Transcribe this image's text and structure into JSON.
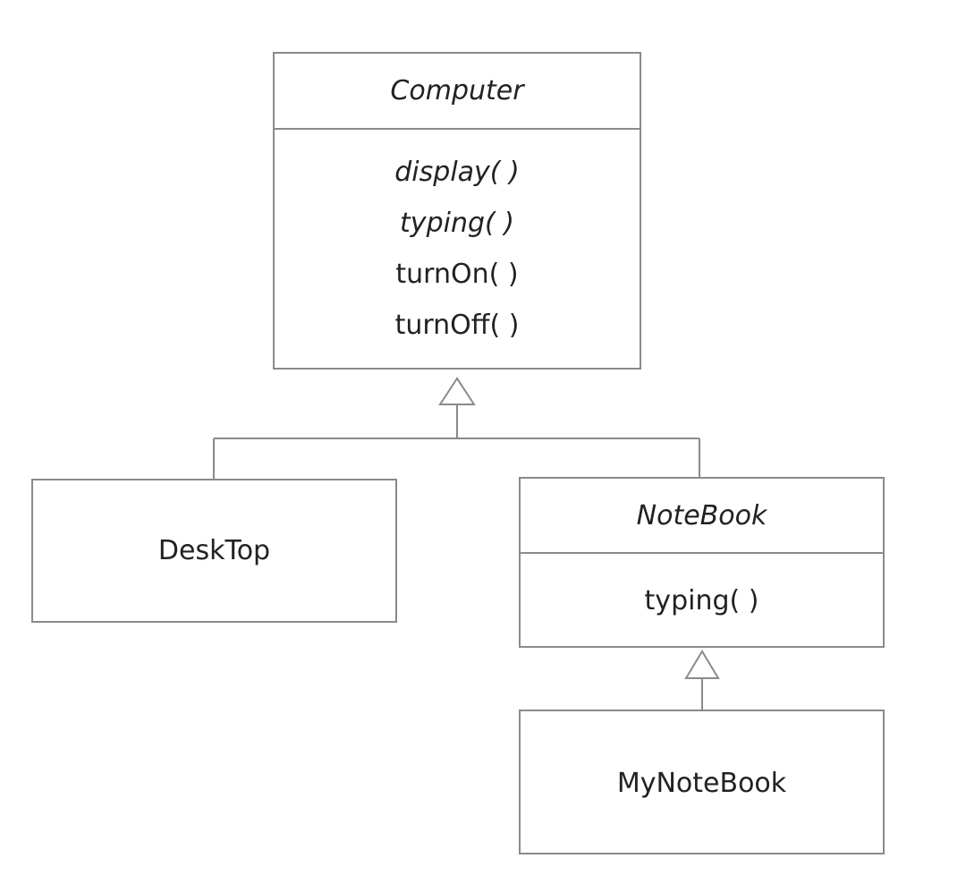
{
  "classes": {
    "computer": {
      "name": "Computer",
      "methods": [
        {
          "label": "display( )",
          "abstract": true
        },
        {
          "label": "typing( )",
          "abstract": true
        },
        {
          "label": "turnOn( )",
          "abstract": false
        },
        {
          "label": "turnOff( )",
          "abstract": false
        }
      ]
    },
    "desktop": {
      "name": "DeskTop"
    },
    "notebook": {
      "name": "NoteBook",
      "methods": [
        {
          "label": "typing( )",
          "abstract": false
        }
      ]
    },
    "mynotebook": {
      "name": "MyNoteBook"
    }
  },
  "colors": {
    "line": "#8a8a8a",
    "text": "#222222"
  }
}
